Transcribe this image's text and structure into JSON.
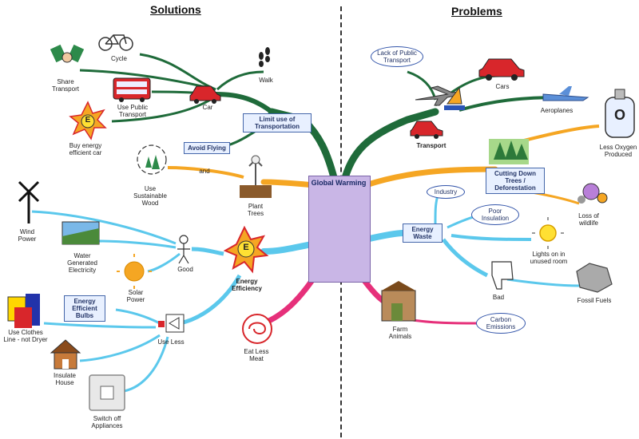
{
  "headings": {
    "solutions": "Solutions",
    "problems": "Problems"
  },
  "center": {
    "title": "Global Warming"
  },
  "solutions": {
    "share_transport": "Share Transport",
    "cycle": "Cycle",
    "walk": "Walk",
    "use_public_transport": "Use Public Transport",
    "car": "Car",
    "buy_energy_efficient_car": "Buy energy efficient car",
    "limit_transportation": "Limit use of Transportation",
    "avoid_flying": "Avoid Flying",
    "use_sustainable_wood": "Use Sustainable Wood",
    "and": "and",
    "plant_trees": "Plant Trees",
    "wind_power": "Wind Power",
    "water_generated_electricity": "Water Generated Electricity",
    "good": "Good",
    "energy_efficiency": "Energy Efficiency",
    "solar_power": "Solar Power",
    "energy_efficient_bulbs": "Energy Efficient Bulbs",
    "use_less": "Use Less",
    "use_clothes_line": "Use Clothes Line - not Dryer",
    "insulate_house": "Insulate House",
    "switch_off_appliances": "Switch off Appliances",
    "eat_less_meat": "Eat Less Meat",
    "energy_badge": "E"
  },
  "problems": {
    "lack_of_public_transport": "Lack of Public Transport",
    "cars": "Cars",
    "aeroplanes": "Aeroplanes",
    "transport": "Transport",
    "less_oxygen_produced": "Less Oxygen Produced",
    "oxygen_symbol": "O",
    "cutting_down_trees": "Cutting Down Trees / Deforestation",
    "loss_of_wildlife": "Loss of wildlife",
    "industry": "Industry",
    "poor_insulation": "Poor Insulation",
    "energy_waste": "Energy Waste",
    "lights_on_unused_room": "Lights on in unused room",
    "bad": "Bad",
    "fossil_fuels": "Fossil Fuels",
    "farm_animals": "Farm Animals",
    "carbon_emissions": "Carbon Emissions"
  },
  "colors": {
    "green_branch": "#1f6b3a",
    "orange_branch": "#f5a623",
    "blue_branch": "#5bc8ec",
    "pink_branch": "#e6307a",
    "center_fill": "#c9b6e6"
  }
}
